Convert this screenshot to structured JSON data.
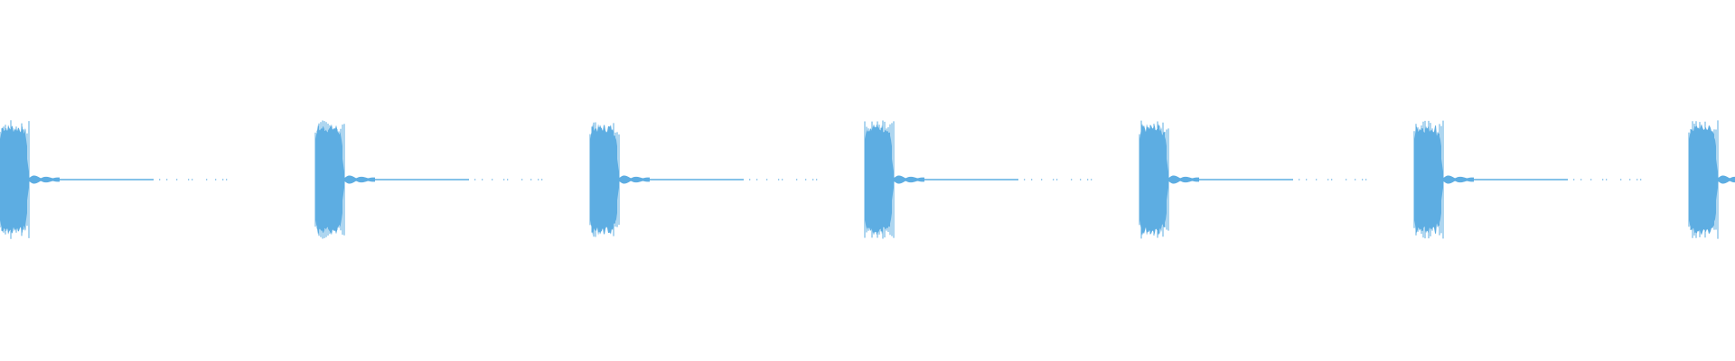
{
  "waveform": {
    "color": "#5dade2",
    "background": "#ffffff",
    "bursts": [
      {
        "id": "burst-1"
      },
      {
        "id": "burst-2"
      },
      {
        "id": "burst-3"
      },
      {
        "id": "burst-4"
      },
      {
        "id": "burst-5"
      },
      {
        "id": "burst-6"
      },
      {
        "id": "burst-7"
      }
    ]
  }
}
